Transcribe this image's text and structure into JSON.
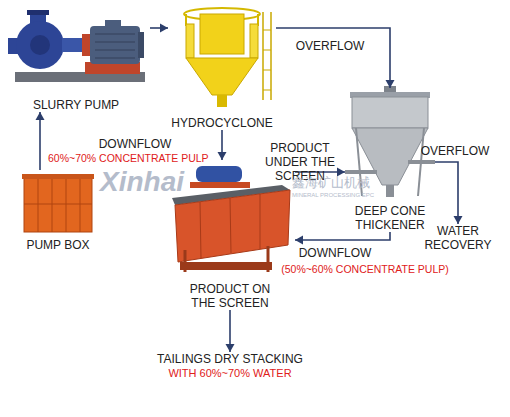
{
  "diagram": {
    "nodes": [
      {
        "text": [
          "SLURRY PUMP"
        ]
      },
      {
        "text": [
          "HYDROCYCLONE"
        ]
      },
      {
        "text": [
          "DEEP CONE THICKENER"
        ]
      },
      {
        "text": [
          "WATER RECOVERY"
        ]
      },
      {
        "text": [
          "PUMP BOX"
        ]
      },
      {
        "text": [
          "PRODUCT ON THE SCREEN"
        ]
      },
      {
        "text": [
          "TAILINGS DRY STACKING",
          "WITH 60%~70% WATER"
        ]
      }
    ],
    "edges": [
      {
        "from": 4,
        "to": 0,
        "arrow": "to"
      },
      {
        "from": 0,
        "to": 1,
        "arrow": "to"
      },
      {
        "from": 1,
        "to": 2,
        "label": "OVERFLOW",
        "arrow": "to"
      },
      {
        "from": 1,
        "to": 5,
        "label": "DOWNFLOW",
        "arrow": "to"
      },
      {
        "from": 5,
        "to": 2,
        "label": "PRODUCT UNDER THE SCREEN",
        "arrow": "to"
      },
      {
        "from": 2,
        "to": 3,
        "label": "OVERFLOW",
        "arrow": "to"
      },
      {
        "from": 2,
        "to": 5,
        "label": "DOWNFLOW",
        "arrow": "to"
      },
      {
        "from": 5,
        "to": 6,
        "arrow": "to"
      }
    ],
    "labels": [
      "60%~70% CONCENTRATE PULP",
      "(50%~60% CONCENTRATE PULP)",
      "Xinhai",
      "鑫海矿山机械",
      "MINERAL PROCESSING EPC"
    ]
  }
}
